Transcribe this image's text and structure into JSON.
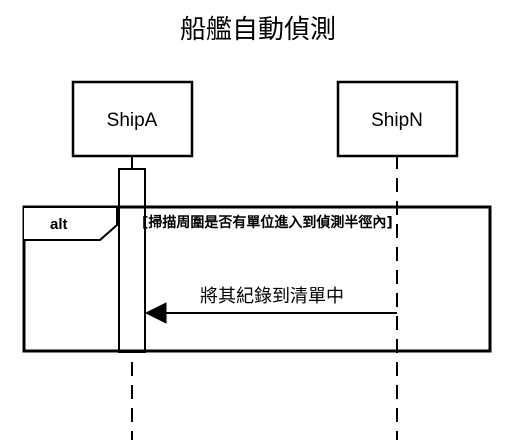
{
  "diagram": {
    "title": "船艦自動偵測",
    "participants": [
      {
        "id": "shipA",
        "label": "ShipA"
      },
      {
        "id": "shipN",
        "label": "ShipN"
      }
    ],
    "fragment": {
      "operator": "alt",
      "guard": "[掃描周圍是否有單位進入到偵測半徑內]"
    },
    "messages": [
      {
        "from": "ShipN",
        "to": "ShipA",
        "label": "將其紀錄到清單中",
        "style": "solid-filled-arrow"
      }
    ],
    "colors": {
      "stroke": "#000000",
      "background": "#ffffff"
    }
  }
}
